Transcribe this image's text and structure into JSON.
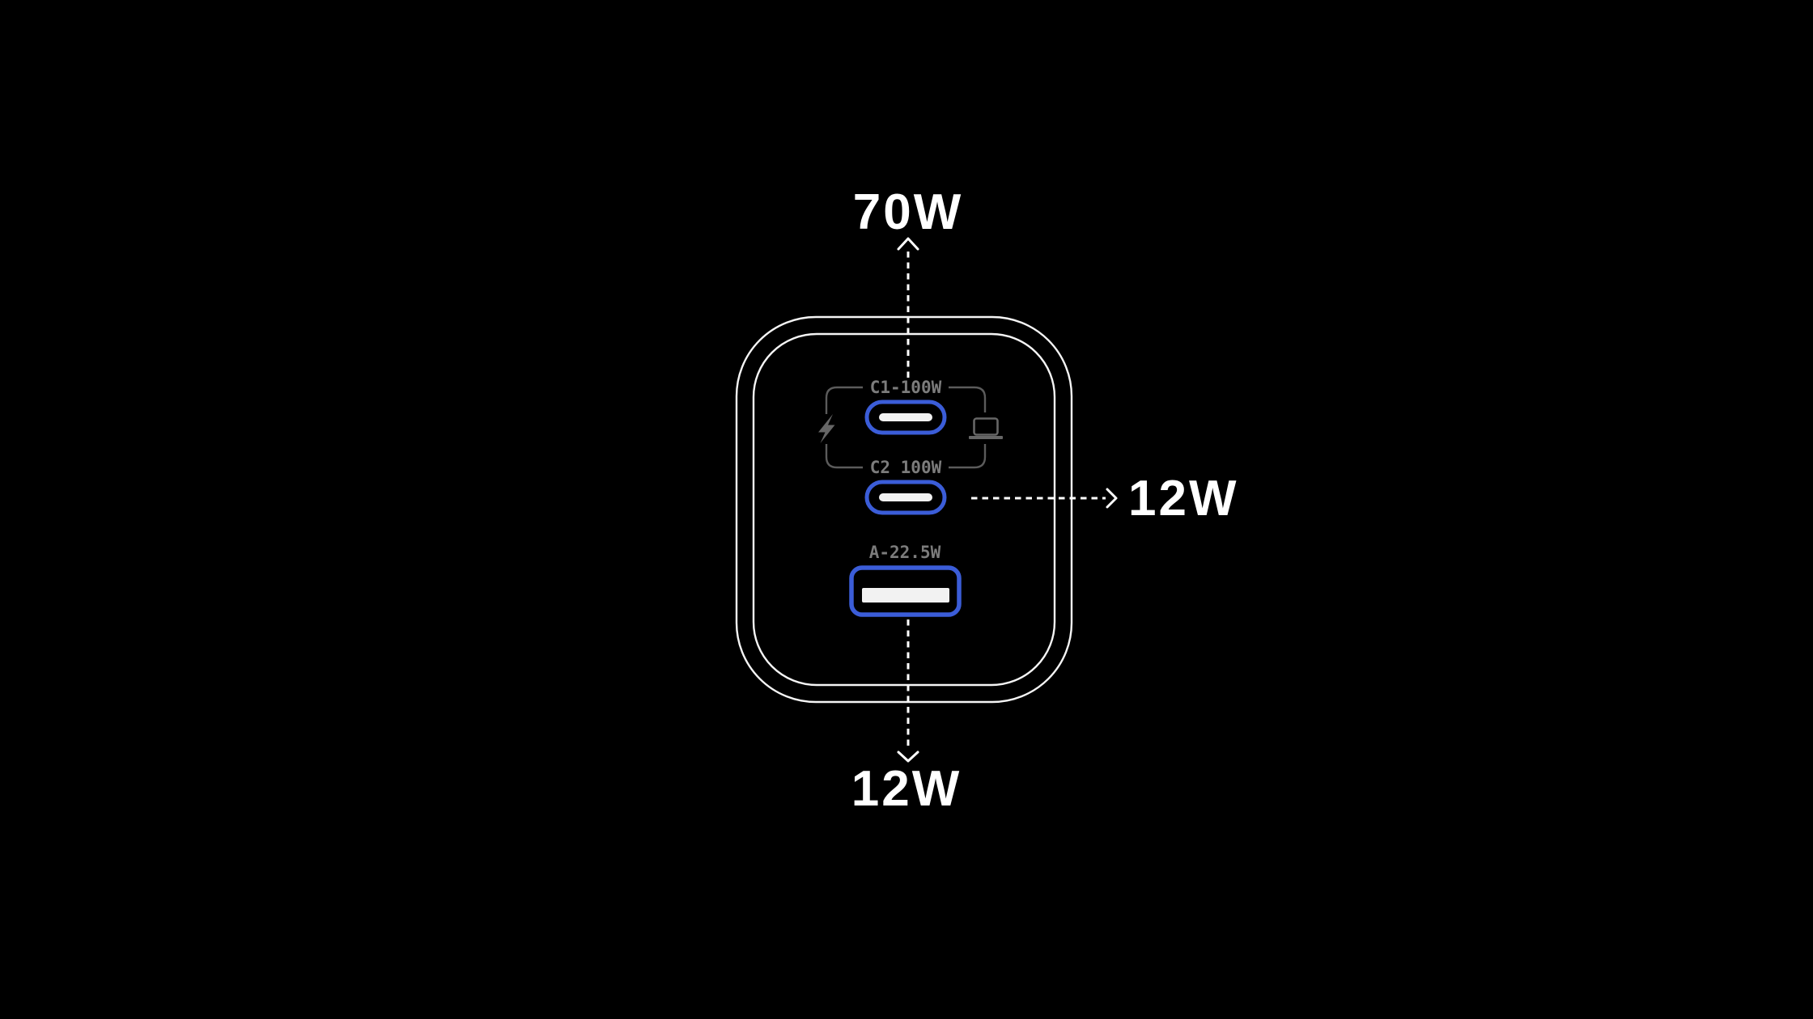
{
  "colors": {
    "background": "#000000",
    "outline_white": "#f5f5f5",
    "accent_blue": "#3b5dd8",
    "label_gray": "#7c7c7c",
    "bracket_gray": "#5b5b5b",
    "icon_gray": "#666666",
    "text_white": "#ffffff",
    "pill_white": "#f2f2f2"
  },
  "charger": {
    "ports": [
      {
        "id": "c1",
        "type": "usb-c",
        "label": "C1-100W"
      },
      {
        "id": "c2",
        "type": "usb-c",
        "label": "C2 100W"
      },
      {
        "id": "a",
        "type": "usb-a",
        "label": "A-22.5W"
      }
    ],
    "icons": [
      {
        "name": "lightning-bolt-icon"
      },
      {
        "name": "laptop-icon"
      }
    ]
  },
  "callouts": [
    {
      "position": "top",
      "direction": "up",
      "value": "70W"
    },
    {
      "position": "right",
      "direction": "right",
      "value": "12W"
    },
    {
      "position": "bottom",
      "direction": "down",
      "value": "12W"
    }
  ]
}
